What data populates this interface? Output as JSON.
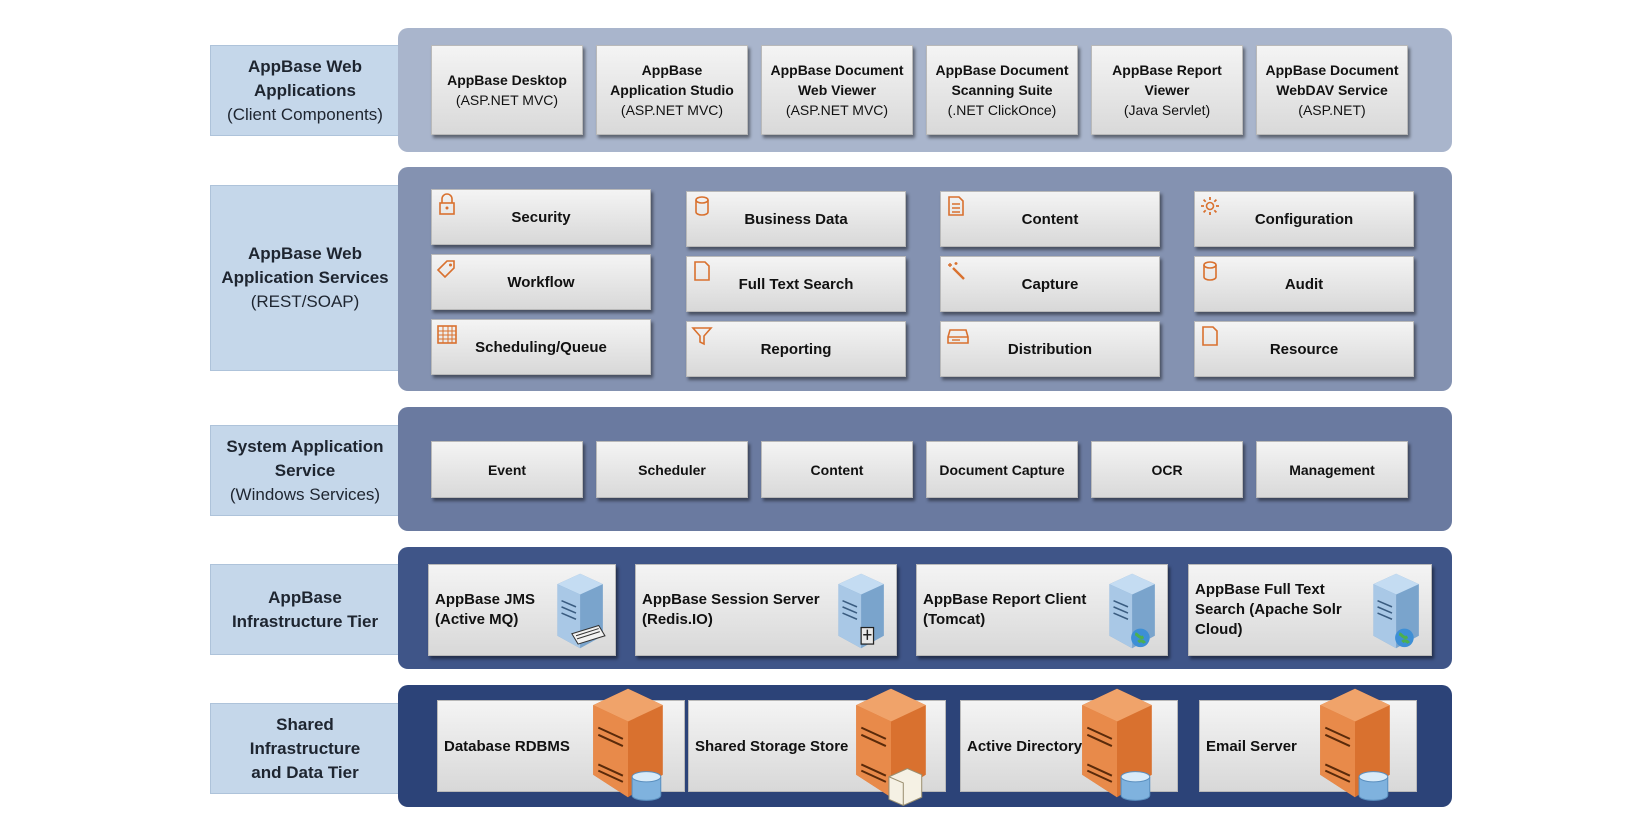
{
  "rows": [
    {
      "title": "AppBase Web Applications",
      "subtitle": "(Client Components)"
    },
    {
      "title": "AppBase Web Application Services",
      "subtitle": "(REST/SOAP)"
    },
    {
      "title": "System Application Service",
      "subtitle": "(Windows Services)"
    },
    {
      "title": "AppBase Infrastructure Tier",
      "subtitle": ""
    },
    {
      "title": "Shared Infrastructure and Data Tier",
      "subtitle": ""
    }
  ],
  "web_apps": [
    {
      "name": "AppBase Desktop",
      "tech": "(ASP.NET MVC)"
    },
    {
      "name": "AppBase Application Studio",
      "tech": "(ASP.NET MVC)"
    },
    {
      "name": "AppBase Document Web Viewer",
      "tech": "(ASP.NET MVC)"
    },
    {
      "name": "AppBase Document Scanning Suite",
      "tech": "(.NET ClickOnce)"
    },
    {
      "name": "AppBase Report Viewer",
      "tech": "(Java Servlet)"
    },
    {
      "name": "AppBase Document WebDAV Service",
      "tech": "(ASP.NET)"
    }
  ],
  "services": [
    {
      "label": "Security",
      "icon": "lock-icon"
    },
    {
      "label": "Business Data",
      "icon": "database-icon"
    },
    {
      "label": "Content",
      "icon": "document-icon"
    },
    {
      "label": "Configuration",
      "icon": "gear-icon"
    },
    {
      "label": "Workflow",
      "icon": "tag-icon"
    },
    {
      "label": "Full Text Search",
      "icon": "page-icon"
    },
    {
      "label": "Capture",
      "icon": "magic-wand-icon"
    },
    {
      "label": "Audit",
      "icon": "database-icon"
    },
    {
      "label": "Scheduling/Queue",
      "icon": "calendar-icon"
    },
    {
      "label": "Reporting",
      "icon": "filter-icon"
    },
    {
      "label": "Distribution",
      "icon": "drive-icon"
    },
    {
      "label": "Resource",
      "icon": "page-icon"
    }
  ],
  "system_services": [
    "Event",
    "Scheduler",
    "Content",
    "Document Capture",
    "OCR",
    "Management"
  ],
  "infrastructure": [
    {
      "line1": "AppBase JMS",
      "line2": "(Active MQ)",
      "line3": "",
      "icon": "server-queue-icon"
    },
    {
      "line1": "AppBase Session Server",
      "line2": "(Redis.IO)",
      "line3": "",
      "icon": "server-session-icon"
    },
    {
      "line1": "AppBase Report Client",
      "line2": "(Tomcat)",
      "line3": "",
      "icon": "server-web-icon"
    },
    {
      "line1": "AppBase Full Text",
      "line2": "Search (Apache Solr",
      "line3": "Cloud)",
      "icon": "server-web-icon"
    }
  ],
  "data_tier": [
    {
      "label": "Database RDBMS",
      "icon": "database-server-icon"
    },
    {
      "label": "Shared Storage Store",
      "icon": "file-server-icon"
    },
    {
      "label": "Active Directory",
      "icon": "database-server-icon"
    },
    {
      "label": "Email Server",
      "icon": "database-server-icon"
    }
  ],
  "colors": {
    "label_bg": "#c5d7ea",
    "panel_1": "#a9b5cc",
    "panel_2": "#8492b1",
    "panel_3": "#6a7aa0",
    "panel_4": "#3f5588",
    "panel_5": "#2c4378",
    "icon_orange": "#d9712f"
  }
}
